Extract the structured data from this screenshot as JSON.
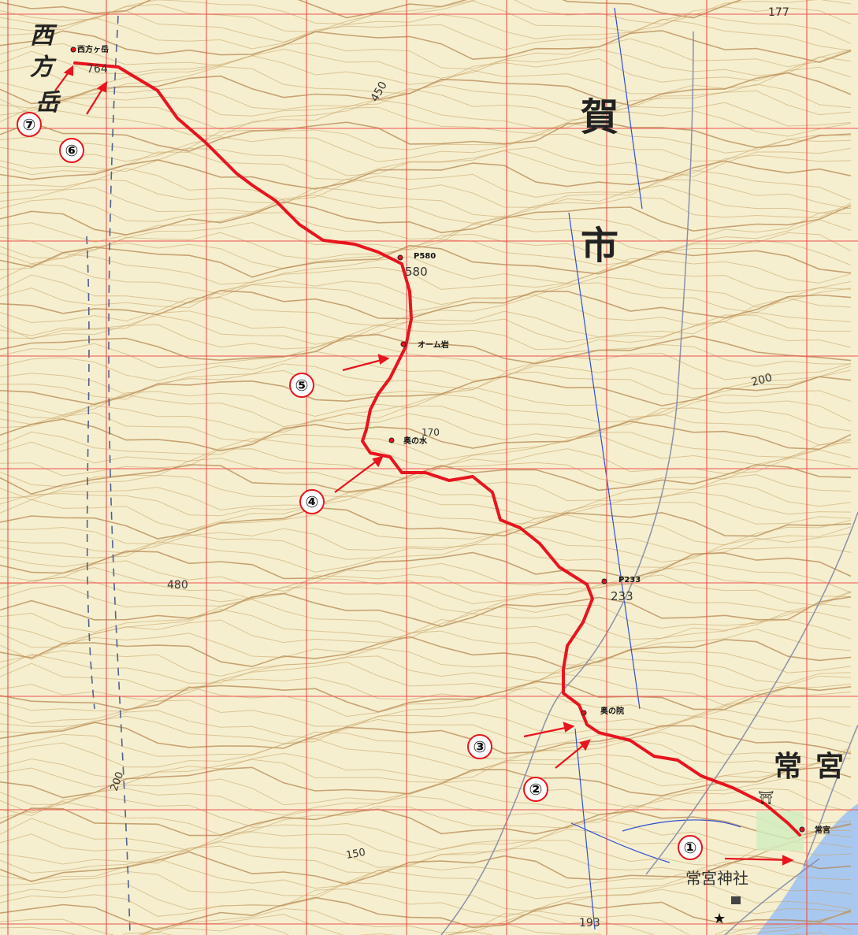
{
  "map": {
    "area_labels": {
      "ga": "賀",
      "shi": "市",
      "jogu_tsune": "常",
      "jogu_miya": "宮",
      "nishikata_1": "西",
      "nishikata_2": "方",
      "nishikata_3": "岳"
    },
    "waypoints": [
      {
        "id": "summit",
        "label": "西方ヶ岳"
      },
      {
        "id": "p580",
        "label": "P580"
      },
      {
        "id": "om-rock",
        "label": "オーム岩"
      },
      {
        "id": "water",
        "label": "奥の水"
      },
      {
        "id": "p233",
        "label": "P233"
      },
      {
        "id": "okunoin",
        "label": "奥の院"
      },
      {
        "id": "start",
        "label": "常宮"
      }
    ],
    "elevations": {
      "summit": "764",
      "p580": "580",
      "p233": "233",
      "e480": "480",
      "e450": "450",
      "e200": "200",
      "e200b": "200",
      "e150": "150",
      "e170": "170",
      "e177": "177",
      "e193": "193"
    },
    "place_names": {
      "shrine": "常宮神社"
    },
    "markers": [
      "①",
      "②",
      "③",
      "④",
      "⑤",
      "⑥",
      "⑦"
    ],
    "colors": {
      "route": "#e8141e",
      "grid": "#f05050",
      "contour": "#c8a064",
      "sea": "#a9c8f0",
      "boundary": "#2f4fd0",
      "road": "#8a90a8"
    }
  }
}
